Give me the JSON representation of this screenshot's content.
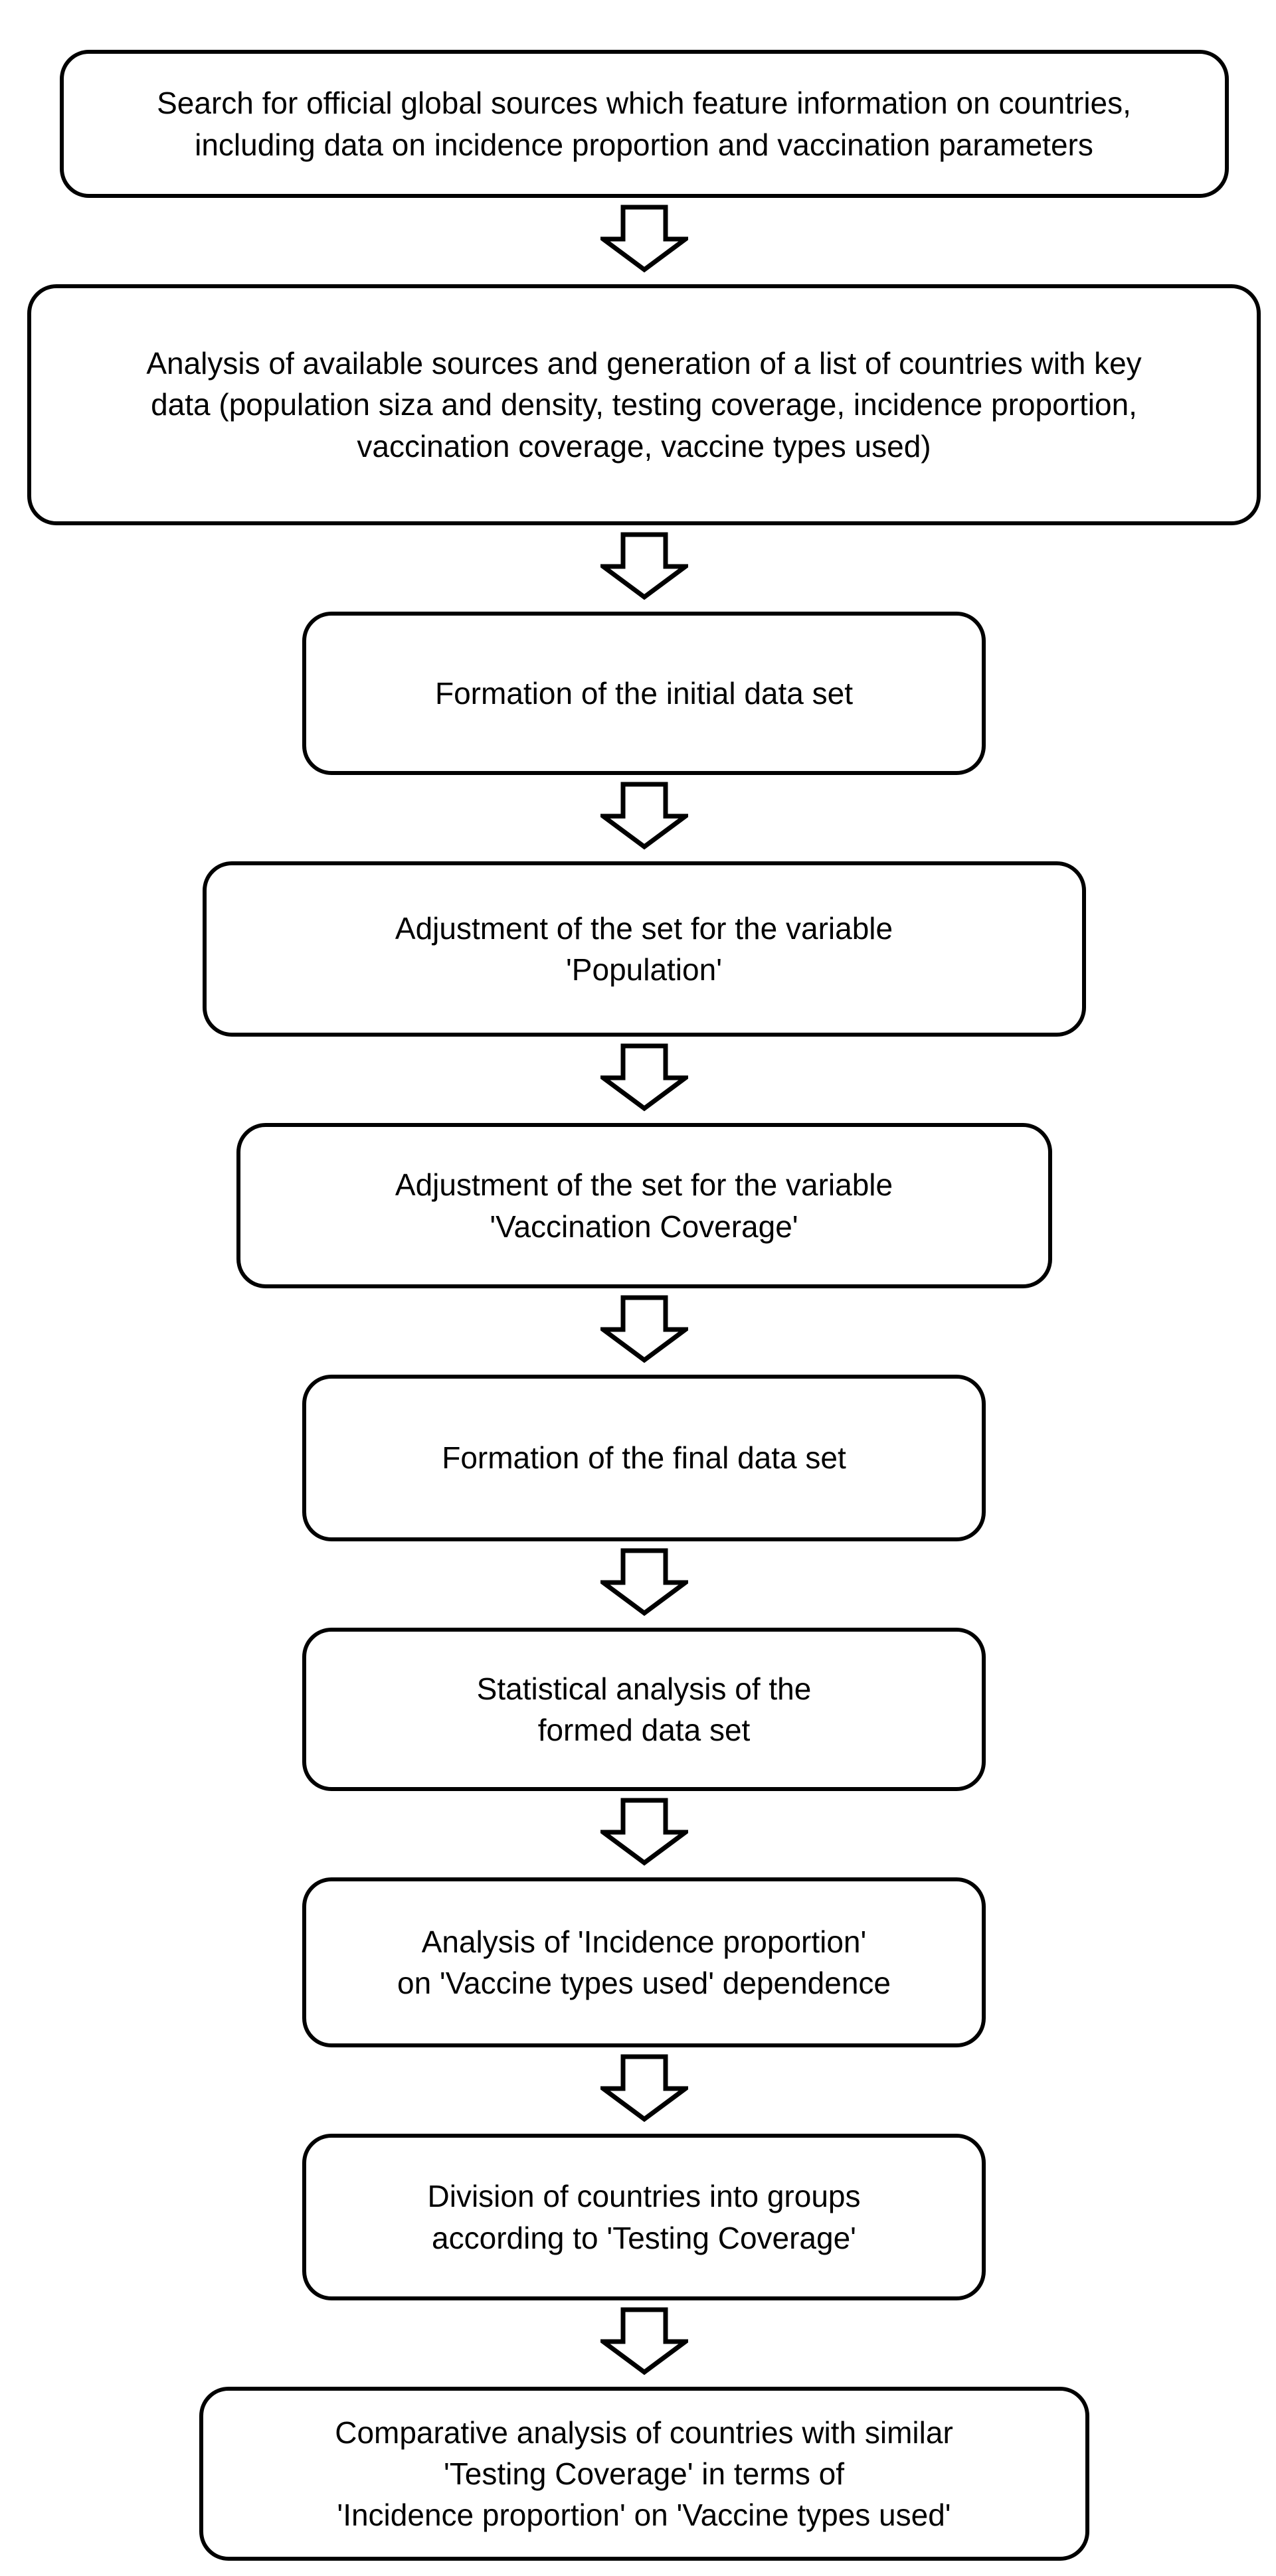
{
  "page": {
    "background": "#ffffff"
  },
  "flowchart": {
    "type": "vertical-flow",
    "direction": "top-to-bottom",
    "connector_icon": "down-arrow-icon",
    "colors": {
      "box_fill": "#ffffff",
      "box_border": "#000000",
      "text": "#000000"
    },
    "steps": [
      {
        "id": 1,
        "text": "Search for official global sources which feature information on countries,\nincluding data on incidence proportion and vaccination parameters"
      },
      {
        "id": 2,
        "text": "Analysis of available sources and generation of a list of countries with key\ndata (population siza and density, testing coverage, incidence proportion,\nvaccination coverage, vaccine types used)"
      },
      {
        "id": 3,
        "text": "Formation of the initial data set"
      },
      {
        "id": 4,
        "text": "Adjustment of the set for the variable\n'Population'"
      },
      {
        "id": 5,
        "text": "Adjustment of the set for the variable\n'Vaccination Coverage'"
      },
      {
        "id": 6,
        "text": "Formation of the final data set"
      },
      {
        "id": 7,
        "text": "Statistical analysis of the\nformed data set"
      },
      {
        "id": 8,
        "text": "Analysis of 'Incidence proportion'\non 'Vaccine types used' dependence"
      },
      {
        "id": 9,
        "text": "Division of countries into groups\naccording to 'Testing Coverage'"
      },
      {
        "id": 10,
        "text": "Comparative analysis of countries with similar\n'Testing Coverage' in terms of\n'Incidence proportion' on 'Vaccine types used'"
      }
    ]
  }
}
